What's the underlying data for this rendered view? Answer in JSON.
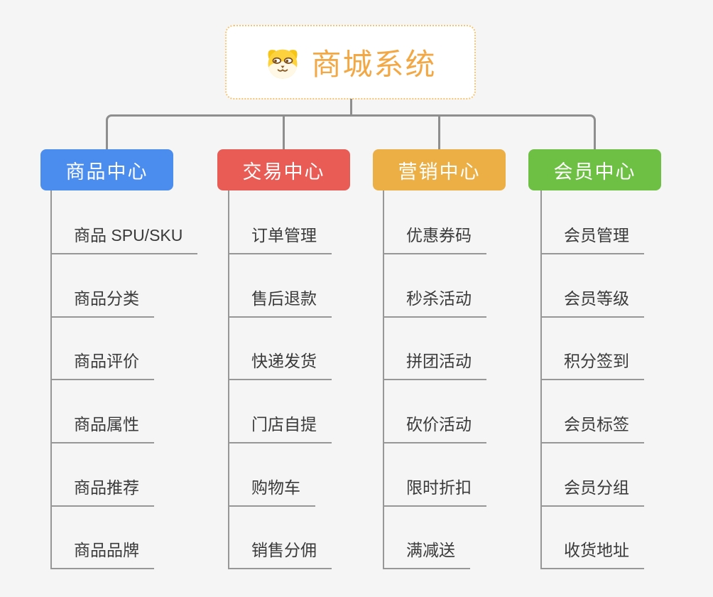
{
  "canvas": {
    "background_color": "#f5f5f6",
    "connector_color": "#8e8e8e"
  },
  "root": {
    "label": "商城系统",
    "icon": "dog-face-icon",
    "text_color": "#f2a844",
    "border_color": "#f6c474"
  },
  "branches": [
    {
      "label": "商品中心",
      "color": "#4b8def",
      "items": [
        "商品 SPU/SKU",
        "商品分类",
        "商品评价",
        "商品属性",
        "商品推荐",
        "商品品牌"
      ]
    },
    {
      "label": "交易中心",
      "color": "#e95c55",
      "items": [
        "订单管理",
        "售后退款",
        "快递发货",
        "门店自提",
        "购物车",
        "销售分佣"
      ]
    },
    {
      "label": "营销中心",
      "color": "#ecaf45",
      "items": [
        "优惠券码",
        "秒杀活动",
        "拼团活动",
        "砍价活动",
        "限时折扣",
        "满减送"
      ]
    },
    {
      "label": "会员中心",
      "color": "#6dc044",
      "items": [
        "会员管理",
        "会员等级",
        "积分签到",
        "会员标签",
        "会员分组",
        "收货地址"
      ]
    }
  ]
}
